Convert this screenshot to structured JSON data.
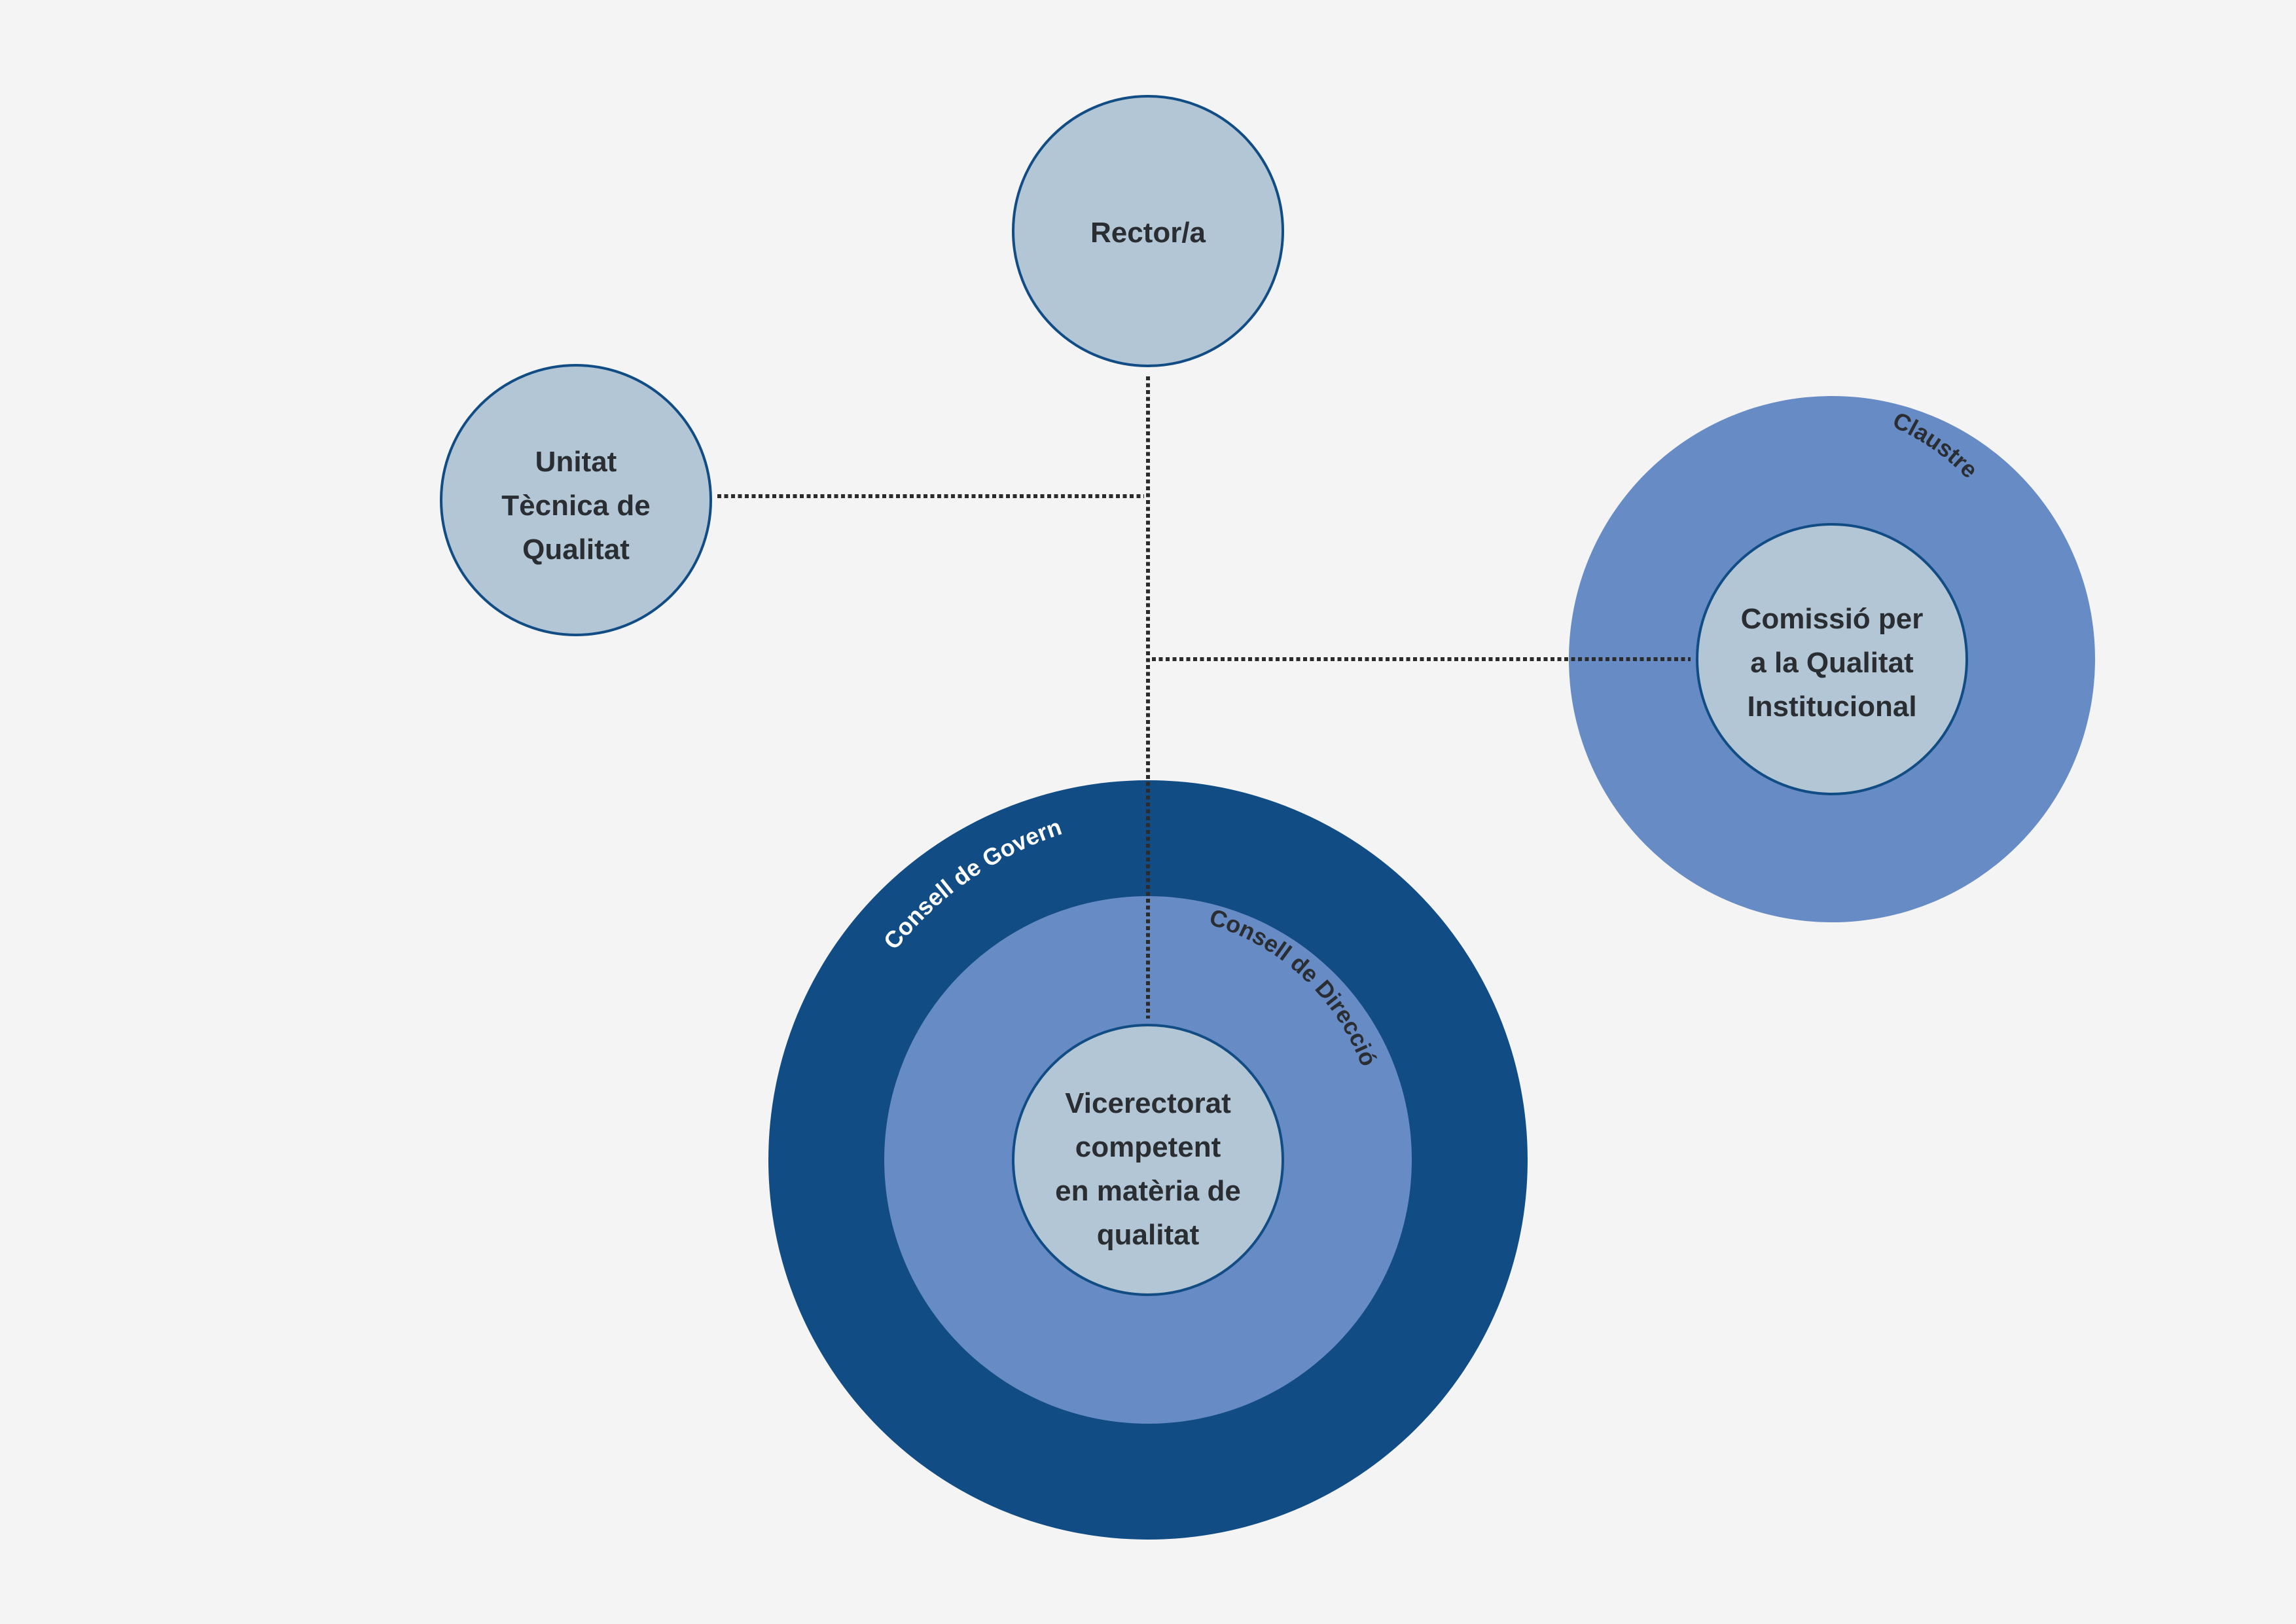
{
  "colors": {
    "background": "#f4f4f5",
    "node_fill": "#b3c6d5",
    "node_stroke": "#114d84",
    "outer_ring": "#114d84",
    "middle_ring": "#678cc5",
    "connector": "#2b2b2b",
    "text_dark": "#2a2e33",
    "text_light": "#ffffff"
  },
  "nodes": {
    "rector": {
      "lines": [
        "Rector/a"
      ]
    },
    "unitat": {
      "lines": [
        "Unitat",
        "Tècnica de",
        "Qualitat"
      ]
    },
    "comissio": {
      "lines": [
        "Comissió per",
        "a la Qualitat",
        "Institucional"
      ]
    },
    "vicerectorat": {
      "lines": [
        "Vicerectorat",
        "competent",
        "en matèria de",
        "qualitat"
      ]
    }
  },
  "rings": {
    "consell_govern": "Consell de Govern",
    "consell_direccio": "Consell de Direcció",
    "claustre": "Claustre"
  }
}
